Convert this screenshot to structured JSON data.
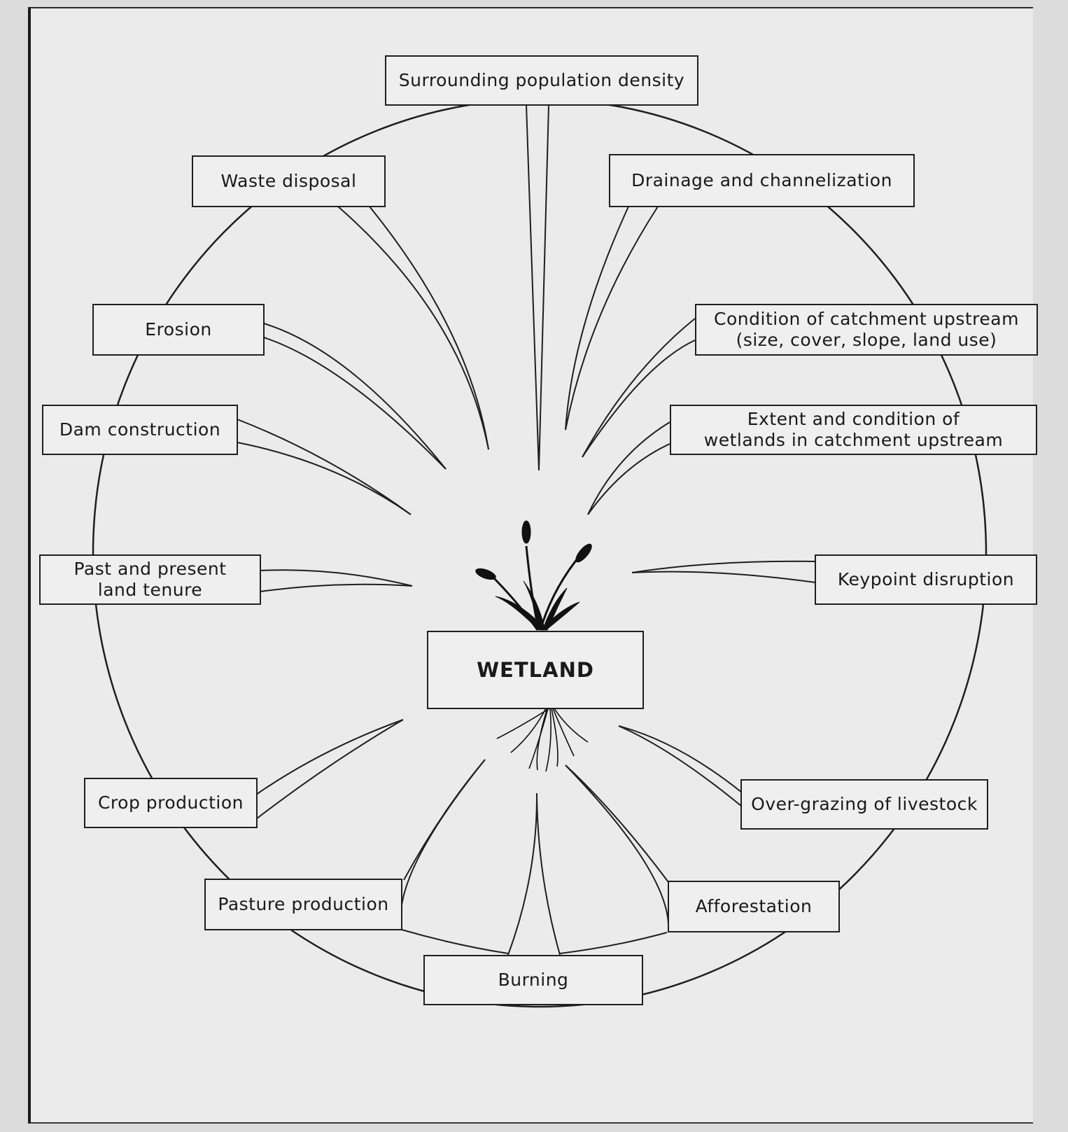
{
  "diagram": {
    "center": {
      "label": "WETLAND"
    },
    "factors": {
      "surrounding_population_density": "Surrounding population density",
      "waste_disposal": "Waste disposal",
      "drainage_and_channelization": "Drainage and channelization",
      "erosion": "Erosion",
      "condition_of_catchment_upstream": "Condition of catchment upstream\n(size, cover, slope, land use)",
      "dam_construction": "Dam construction",
      "extent_and_condition_of_wetlands": "Extent and condition of\nwetlands in catchment upstream",
      "past_and_present_land_tenure": "Past and present\nland tenure",
      "keypoint_disruption": "Keypoint disruption",
      "crop_production": "Crop production",
      "over_grazing_of_livestock": "Over-grazing of livestock",
      "pasture_production": "Pasture production",
      "afforestation": "Afforestation",
      "burning": "Burning"
    }
  }
}
